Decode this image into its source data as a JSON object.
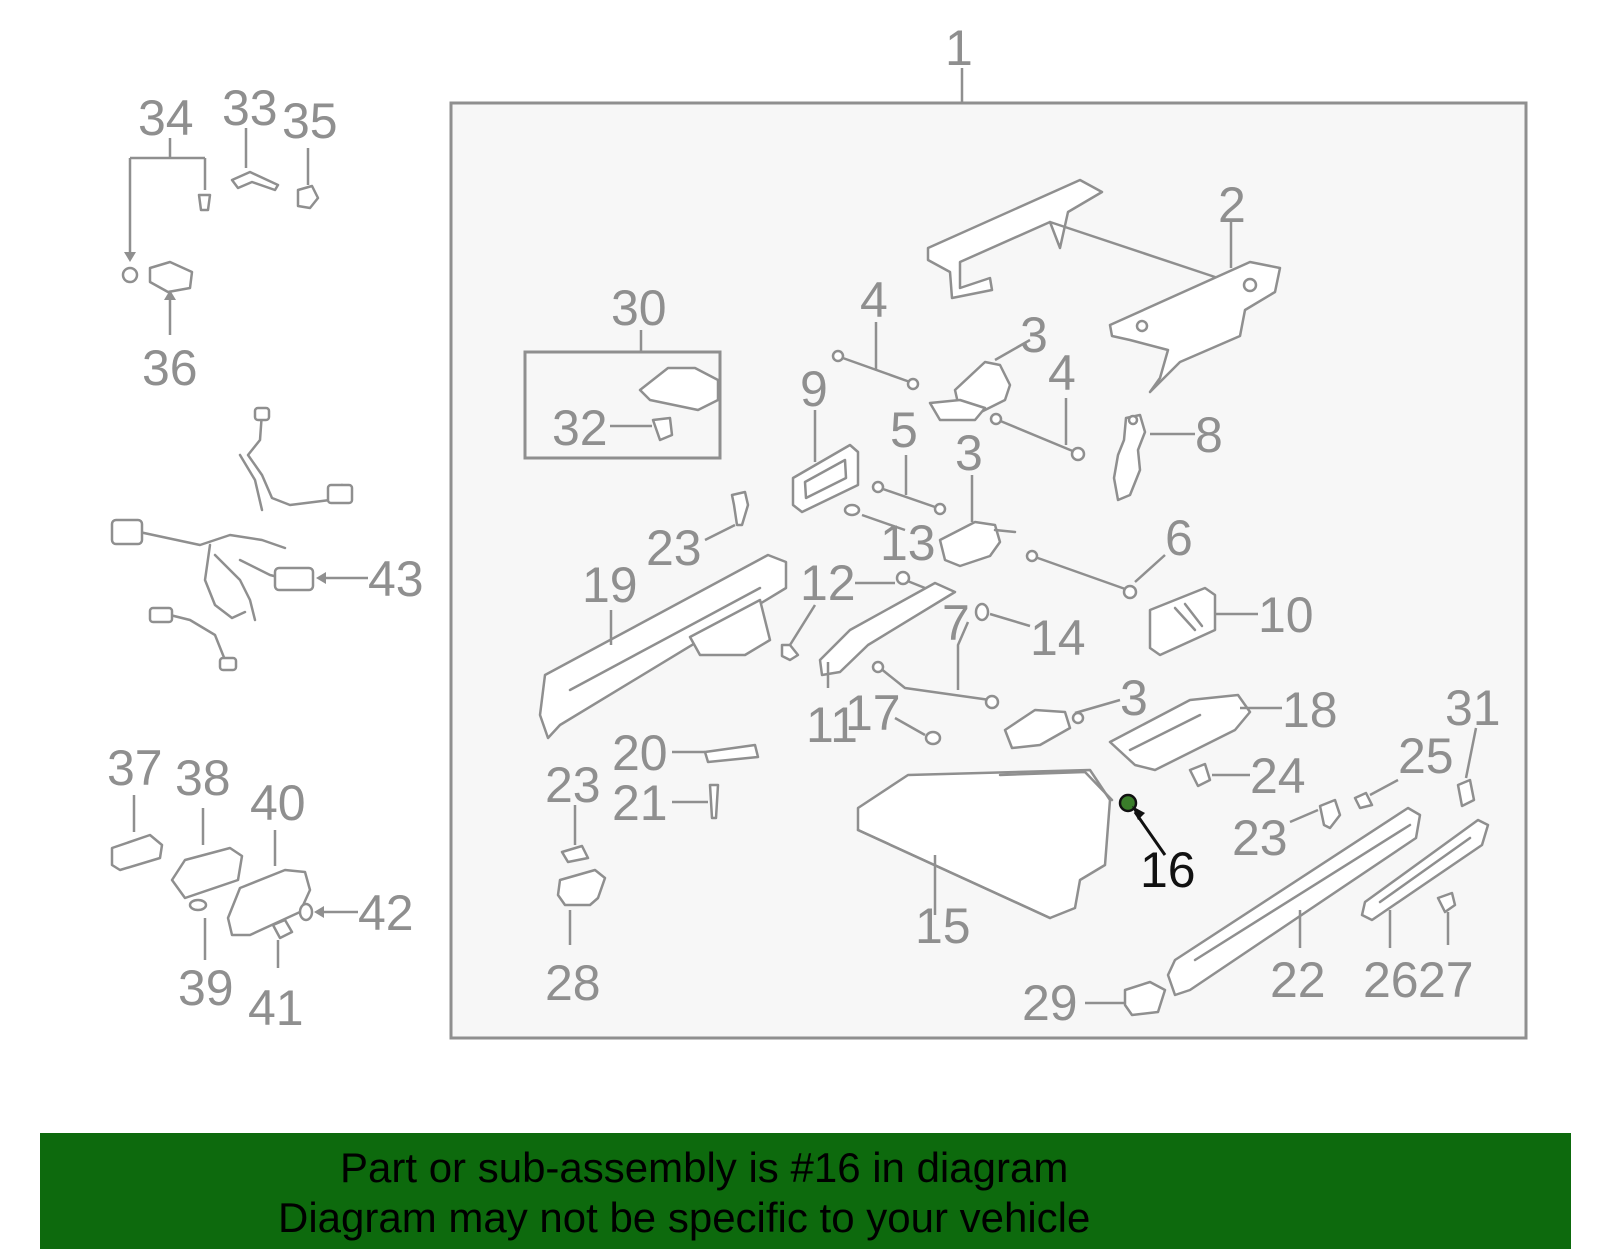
{
  "banner": {
    "line1": "Part or sub-assembly is #16 in diagram",
    "line2": "Diagram may not be specific to your vehicle"
  },
  "colors": {
    "banner_bg": "#0d6a0d",
    "panel_bg": "#f7f7f7",
    "line": "#8f8f8f",
    "highlight_part": "#3a7d2a",
    "highlight_text": "#111111"
  },
  "highlighted_part": "16",
  "callouts": {
    "n1": "1",
    "n2": "2",
    "n3a": "3",
    "n3b": "3",
    "n3c": "3",
    "n4a": "4",
    "n4b": "4",
    "n5": "5",
    "n6": "6",
    "n7": "7",
    "n8": "8",
    "n9": "9",
    "n10": "10",
    "n11": "11",
    "n12": "12",
    "n13": "13",
    "n14": "14",
    "n15": "15",
    "n16": "16",
    "n17": "17",
    "n18": "18",
    "n19": "19",
    "n20": "20",
    "n21": "21",
    "n22": "22",
    "n23a": "23",
    "n23b": "23",
    "n23c": "23",
    "n24": "24",
    "n25": "25",
    "n26": "26",
    "n27": "27",
    "n28": "28",
    "n29": "29",
    "n30": "30",
    "n31": "31",
    "n32": "32",
    "n33": "33",
    "n34": "34",
    "n35": "35",
    "n36": "36",
    "n37": "37",
    "n38": "38",
    "n39": "39",
    "n40": "40",
    "n41": "41",
    "n42": "42",
    "n43": "43"
  }
}
